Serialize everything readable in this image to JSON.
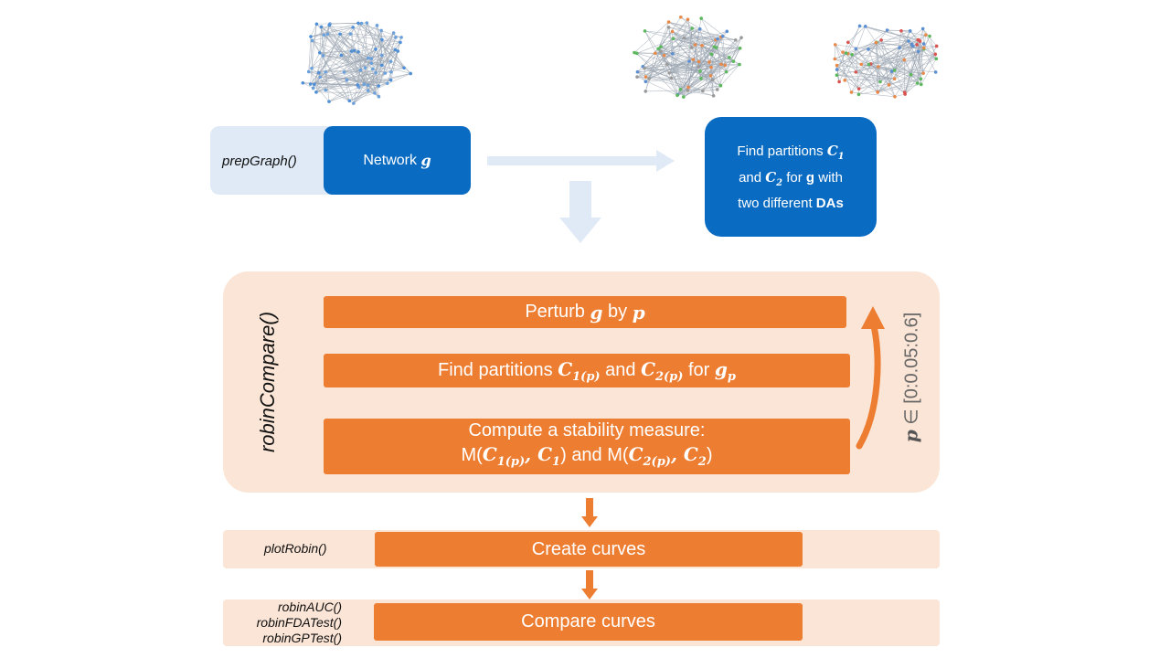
{
  "prep": {
    "func": "prepGraph()",
    "network_label": "Network",
    "network_var": "g"
  },
  "find_box": {
    "line1": "Find partitions",
    "c1": "C",
    "c1_sub": "1",
    "line2a": "and",
    "c2": "C",
    "c2_sub": "2",
    "line2b": "for",
    "g": "g",
    "line2c": "with",
    "line3a": "two different",
    "line3b": "DAs"
  },
  "robin_compare": {
    "func": "robinCompare()",
    "step1": {
      "a": "Perturb",
      "g": "g",
      "b": "by",
      "p": "p"
    },
    "step2": {
      "a": "Find partitions",
      "c1": "C",
      "c1_sub": "1(p)",
      "b": "and",
      "c2": "C",
      "c2_sub": "2(p)",
      "c": "for",
      "g": "g",
      "g_sub": "p"
    },
    "step3": {
      "line1": "Compute a stability measure:",
      "m1": "M(",
      "c1p": "C",
      "c1p_sub": "1(p)",
      "comma1": ",",
      "c1": "C",
      "c1_sub": "1",
      "close1": ")",
      "and": "and",
      "m2": "M(",
      "c2p": "C",
      "c2p_sub": "2(p)",
      "comma2": ",",
      "c2": "C",
      "c2_sub": "2",
      "close2": ")"
    },
    "range": {
      "p": "p",
      "text": "∈ [0:0.05:0.6]"
    }
  },
  "plot_robin": {
    "func": "plotRobin()",
    "label": "Create curves"
  },
  "compare": {
    "funcs": [
      "robinAUC()",
      "robinFDATest()",
      "robinGPTest()"
    ],
    "label": "Compare curves"
  },
  "colors": {
    "blue": "#0a6bc2",
    "light_blue": "#dfeaf6",
    "orange": "#ed7d31",
    "peach": "#fbe5d6"
  }
}
